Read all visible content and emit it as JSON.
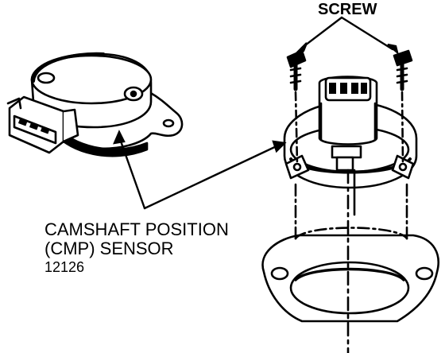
{
  "labels": {
    "screw": "SCREW",
    "sensor_line1": "CAMSHAFT POSITION",
    "sensor_line2": "(CMP) SENSOR",
    "part_number": "12126"
  },
  "colors": {
    "ink": "#000000",
    "paper": "#ffffff"
  }
}
